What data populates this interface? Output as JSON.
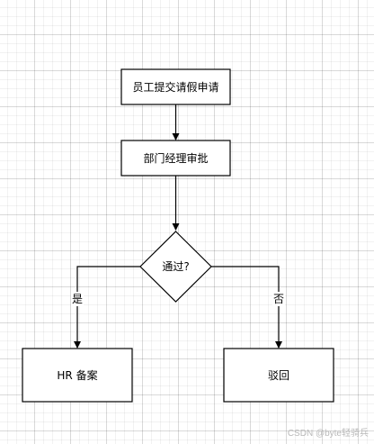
{
  "nodes": {
    "submit": "员工提交请假申请",
    "dept_review": "部门经理审批",
    "decision": "通过?",
    "hr_file": "HR 备案",
    "reject": "驳回"
  },
  "edges": {
    "yes_label": "是",
    "no_label": "否"
  },
  "watermark": "CSDN @byte轻骑兵"
}
